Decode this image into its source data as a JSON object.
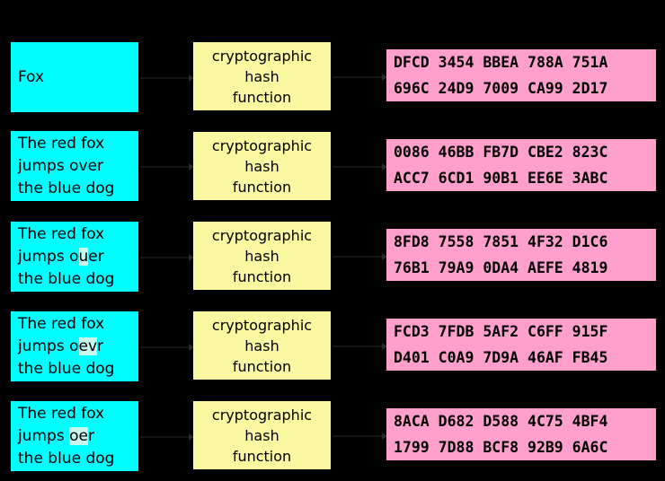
{
  "diagram": {
    "title": "cryptographic hash function avalanche effect",
    "colors": {
      "background": "#000000",
      "input_box": "#00FFFF",
      "function_box": "#FAF8A0",
      "hash_box": "#FFA0CC",
      "highlight": "#C9F7EE",
      "text": "#000000"
    },
    "function_label": {
      "line1": "cryptographic",
      "line2": "hash",
      "line3": "function"
    },
    "rows": [
      {
        "input_lines": [
          {
            "segments": [
              {
                "text": "Fox",
                "highlight": false
              }
            ]
          }
        ],
        "hash_lines": [
          "DFCD 3454 BBEA 788A 751A",
          "696C 24D9 7009 CA99 2D17"
        ]
      },
      {
        "input_lines": [
          {
            "segments": [
              {
                "text": "The red fox",
                "highlight": false
              }
            ]
          },
          {
            "segments": [
              {
                "text": "jumps over",
                "highlight": false
              }
            ]
          },
          {
            "segments": [
              {
                "text": "the blue dog",
                "highlight": false
              }
            ]
          }
        ],
        "hash_lines": [
          "0086 46BB FB7D CBE2 823C",
          "ACC7 6CD1 90B1 EE6E 3ABC"
        ]
      },
      {
        "input_lines": [
          {
            "segments": [
              {
                "text": "The red fox",
                "highlight": false
              }
            ]
          },
          {
            "segments": [
              {
                "text": "jumps o",
                "highlight": false
              },
              {
                "text": "u",
                "highlight": true
              },
              {
                "text": "er",
                "highlight": false
              }
            ]
          },
          {
            "segments": [
              {
                "text": "the blue dog",
                "highlight": false
              }
            ]
          }
        ],
        "hash_lines": [
          "8FD8 7558 7851 4F32 D1C6",
          "76B1 79A9 0DA4 AEFE 4819"
        ]
      },
      {
        "input_lines": [
          {
            "segments": [
              {
                "text": "The red fox",
                "highlight": false
              }
            ]
          },
          {
            "segments": [
              {
                "text": "jumps o",
                "highlight": false
              },
              {
                "text": "ev",
                "highlight": true
              },
              {
                "text": "r",
                "highlight": false
              }
            ]
          },
          {
            "segments": [
              {
                "text": "the blue dog",
                "highlight": false
              }
            ]
          }
        ],
        "hash_lines": [
          "FCD3 7FDB 5AF2 C6FF 915F",
          "D401 C0A9 7D9A 46AF FB45"
        ]
      },
      {
        "input_lines": [
          {
            "segments": [
              {
                "text": "The red fox",
                "highlight": false
              }
            ]
          },
          {
            "segments": [
              {
                "text": "jumps ",
                "highlight": false
              },
              {
                "text": "oe",
                "highlight": true
              },
              {
                "text": "r",
                "highlight": false
              }
            ]
          },
          {
            "segments": [
              {
                "text": "the blue dog",
                "highlight": false
              }
            ]
          }
        ],
        "hash_lines": [
          "8ACA D682 D588 4C75 4BF4",
          "1799 7D88 BCF8 92B9 6A6C"
        ]
      }
    ]
  }
}
